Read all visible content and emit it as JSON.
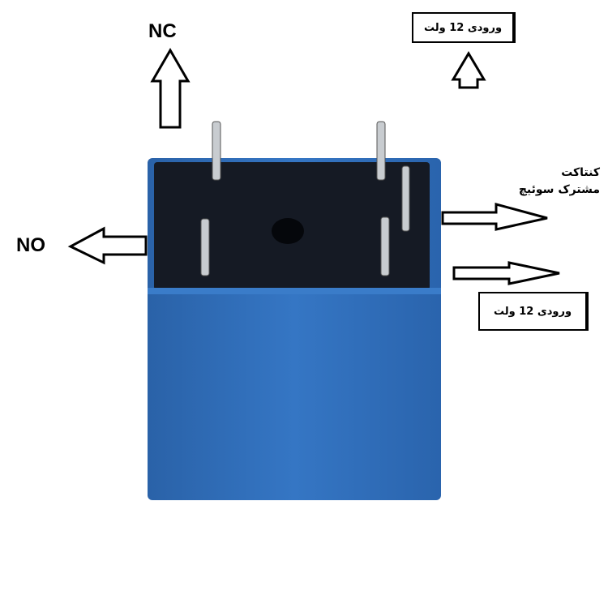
{
  "labels": {
    "nc": "NC",
    "no": "NO",
    "coil_input_top": "ورودی 12 ولت",
    "coil_input_bottom": "ورودی 12 ولت",
    "common_line1": "کنتاکت",
    "common_line2": "مشترک  سوئیچ"
  },
  "colors": {
    "relay_body": "#2f6db8",
    "relay_top": "#151a24"
  }
}
